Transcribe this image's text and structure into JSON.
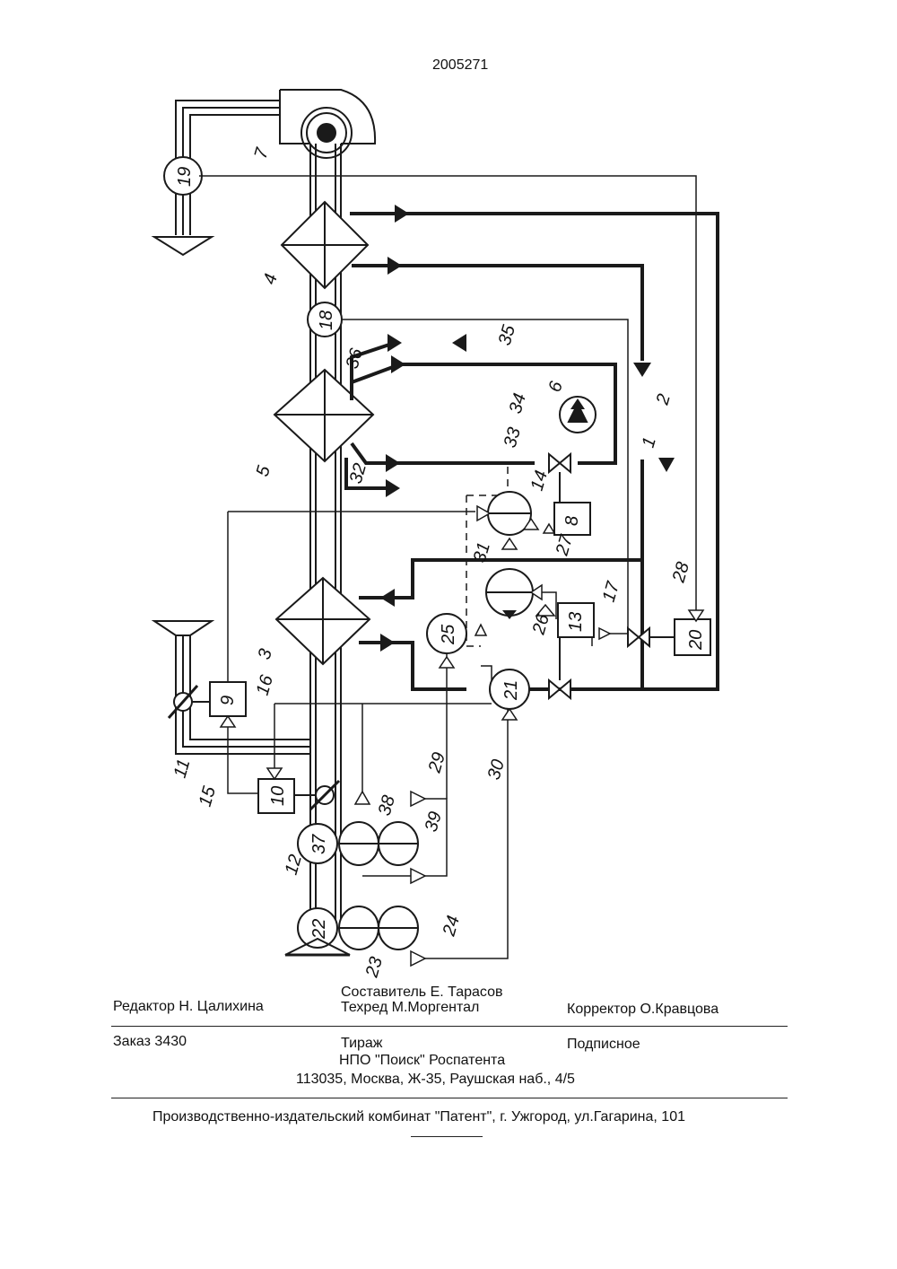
{
  "doc": {
    "patent_number": "2005271"
  },
  "diagram": {
    "labels": {
      "n1": "1",
      "n2": "2",
      "n3": "3",
      "n4": "4",
      "n5": "5",
      "n6": "6",
      "n7": "7",
      "n8": "8",
      "n9": "9",
      "n10": "10",
      "n11": "11",
      "n12": "12",
      "n13": "13",
      "n14": "14",
      "n15": "15",
      "n16": "16",
      "n17": "17",
      "n18": "18",
      "n19": "19",
      "n20": "20",
      "n21": "21",
      "n22": "22",
      "n23": "23",
      "n24": "24",
      "n25": "25",
      "n26": "26",
      "n27": "27",
      "n28": "28",
      "n29": "29",
      "n30": "30",
      "n31": "31",
      "n32": "32",
      "n33": "33",
      "n34": "34",
      "n35": "35",
      "n36": "36",
      "n37": "37",
      "n38": "38",
      "n39": "39"
    }
  },
  "footer": {
    "editor": "Редактор  Н. Цалихина",
    "compiler": "Составитель   Е. Тарасов",
    "techred": "Техред М.Моргентал",
    "corrector": "Корректор  О.Кравцова",
    "order": "Заказ 3430",
    "circulation": "Тираж",
    "subscription": "Подписное",
    "publisher": "НПО \"Поиск\" Роспатента",
    "address": "113035, Москва, Ж-35, Раушская наб., 4/5",
    "printer": "Производственно-издательский комбинат \"Патент\", г. Ужгород, ул.Гагарина, 101"
  }
}
